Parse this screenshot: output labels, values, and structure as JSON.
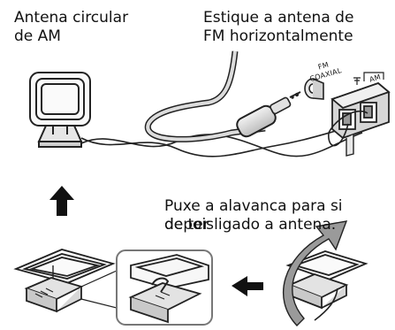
{
  "labels": {
    "am_loop_line1": "Antena circular",
    "am_loop_line2": "de AM",
    "fm_line1": "Estique a antena de",
    "fm_line2": "FM horizontalmente",
    "lever_line1": "Puxe a alavanca para si depois",
    "lever_line2": "de ter ligado a antena.",
    "fm_coaxial_line1": "FM",
    "fm_coaxial_line2": "COAXIAL",
    "am_terminal": "AM"
  },
  "icons": [
    "am-loop-antenna-icon",
    "fm-wire-antenna-icon",
    "antenna-terminal-panel-icon",
    "arrow-up-icon",
    "arrow-left-icon",
    "rotate-arrow-icon"
  ]
}
